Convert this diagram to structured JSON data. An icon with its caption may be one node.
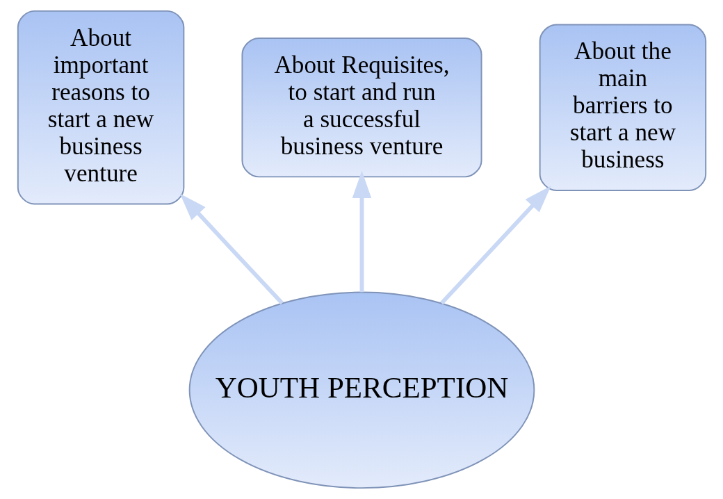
{
  "diagram": {
    "nodes": [
      {
        "text": [
          "YOUTH PERCEPTION"
        ]
      },
      {
        "text": [
          "About important reasons to start a new business venture"
        ]
      },
      {
        "text": [
          "About Requisites, to start and run a successful business venture"
        ]
      },
      {
        "text": [
          "About the main barriers to start a new business"
        ]
      }
    ],
    "edges": [
      {
        "from": 0,
        "to": 1,
        "arrow": "to"
      },
      {
        "from": 0,
        "to": 2,
        "arrow": "to"
      },
      {
        "from": 0,
        "to": 3,
        "arrow": "to"
      }
    ]
  }
}
